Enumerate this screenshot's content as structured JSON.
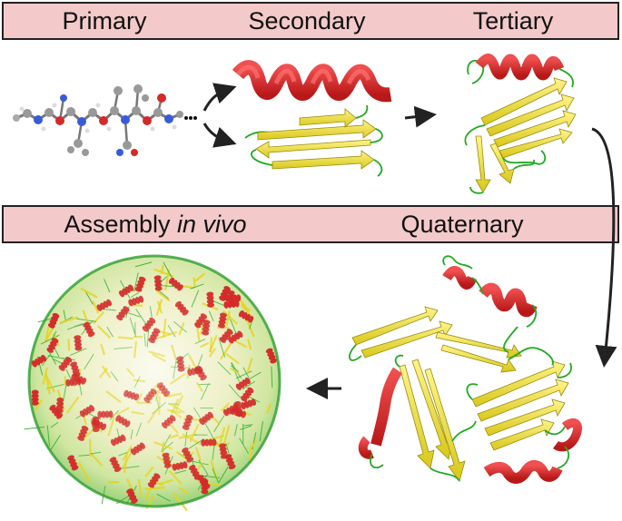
{
  "headers": {
    "primary": "Primary",
    "secondary": "Secondary",
    "tertiary": "Tertiary",
    "assembly_prefix": "Assembly ",
    "assembly_italic": "in vivo",
    "quaternary": "Quaternary"
  },
  "colors": {
    "header_fill": "#f3c9c9",
    "helix": "#d42a2a",
    "sheet": "#f2e62a",
    "coil": "#22aa22",
    "arrow": "#222222"
  }
}
